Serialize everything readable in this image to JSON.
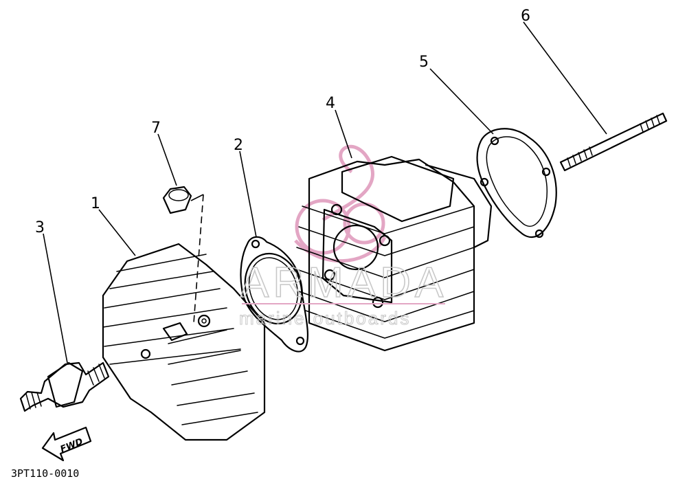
{
  "figure": {
    "reference_code": "3PT110-0010",
    "direction_marker": "FWD"
  },
  "watermark": {
    "brand": "ARMADA",
    "tagline": "marine outboards",
    "colors": {
      "logo": "#e3a6c4",
      "text": "#c8c8c8"
    }
  },
  "callouts": [
    {
      "number": "1",
      "part": "cylinder-head"
    },
    {
      "number": "2",
      "part": "head-gasket"
    },
    {
      "number": "3",
      "part": "spark-plug"
    },
    {
      "number": "4",
      "part": "cylinder"
    },
    {
      "number": "5",
      "part": "base-gasket"
    },
    {
      "number": "6",
      "part": "stud-bolt"
    },
    {
      "number": "7",
      "part": "nut"
    }
  ],
  "colors": {
    "line": "#000000",
    "background": "#ffffff"
  }
}
